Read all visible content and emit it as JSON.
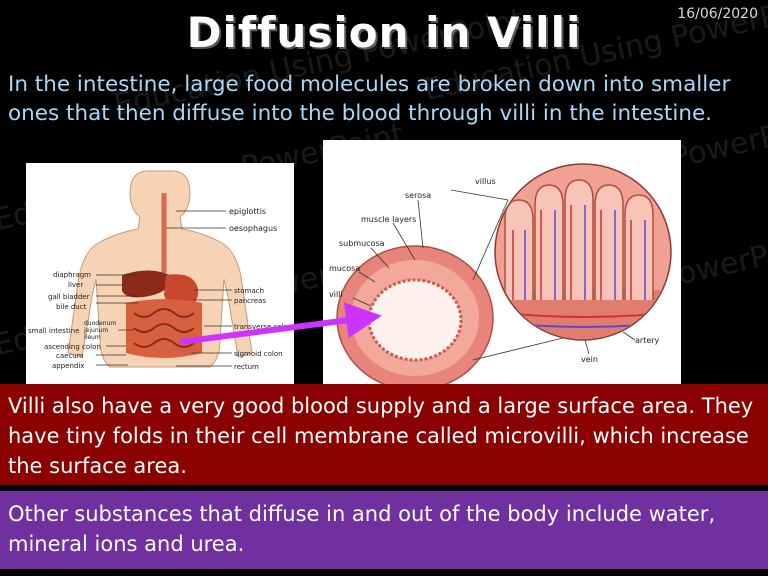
{
  "slide": {
    "date": "16/06/2020",
    "title": "Diffusion in Villi",
    "intro": "In the intestine, large food molecules are broken down into smaller ones that then diffuse into the blood through villi in the intestine.",
    "villi_text": "Villi also have a very good blood supply and a large surface area.  They have tiny folds in their cell membrane called microvilli, which increase the surface area.",
    "other_text": "Other substances that diffuse in and out of the body include water, mineral ions and urea.",
    "watermark": "Education Using PowerPoint"
  },
  "digestive_diagram": {
    "labels": {
      "epiglottis": "epiglottis",
      "oesophagus": "oesophagus",
      "diaphragm": "diaphragm",
      "liver": "liver",
      "gall_bladder": "gall bladder",
      "bile_duct": "bile duct",
      "small_intestine": "small intestine",
      "duodenum": "duodenum",
      "jejunum": "jejunum",
      "ileum": "ileum",
      "ascending_colon": "ascending colon",
      "caecum": "caecum",
      "appendix": "appendix",
      "stomach": "stomach",
      "pancreas": "pancreas",
      "transverse_colon": "transverse colon",
      "sigmoid_colon": "sigmoid colon",
      "rectum": "rectum"
    }
  },
  "villi_diagram": {
    "labels": {
      "villus": "villus",
      "serosa": "serosa",
      "muscle_layers": "muscle layers",
      "submucosa": "submucosa",
      "mucosa": "mucosa",
      "villi": "villi",
      "artery": "artery",
      "vein": "vein"
    }
  },
  "colors": {
    "title": "#ffffff",
    "intro_text": "#a8d8f8",
    "red_box": "#8b0000",
    "purple_box": "#7030a0",
    "arrow": "#cc33ff"
  }
}
